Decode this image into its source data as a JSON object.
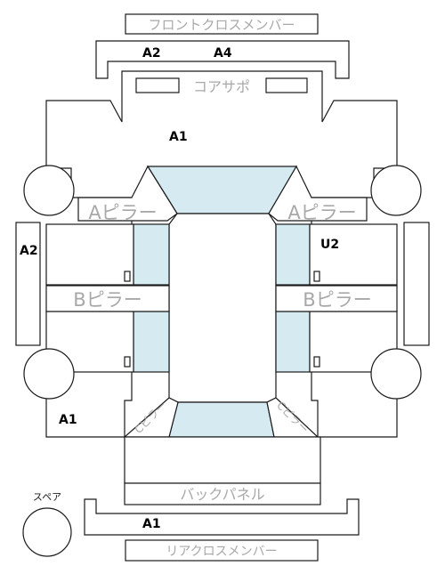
{
  "labels": {
    "front_cross_member": "フロントクロスメンバー",
    "core_support": "コアサポ",
    "a_pillar": "Aピラー",
    "b_pillar": "Bピラー",
    "c_pillar": "Cピラー",
    "back_panel": "バックパネル",
    "spare": "スペア",
    "rear_cross_member": "リアクロスメンバー"
  },
  "codes": {
    "front_member_left": "A2",
    "front_member_right": "A4",
    "front_body": "A1",
    "left_side_sill": "A2",
    "right_upper_panel": "U2",
    "left_rear_quarter": "A1",
    "rear_member": "A1"
  },
  "colors": {
    "glass": "#d5eaf1",
    "outline": "#1a1a1a",
    "part_label": "#a8a8a8",
    "code_text": "#000000"
  }
}
